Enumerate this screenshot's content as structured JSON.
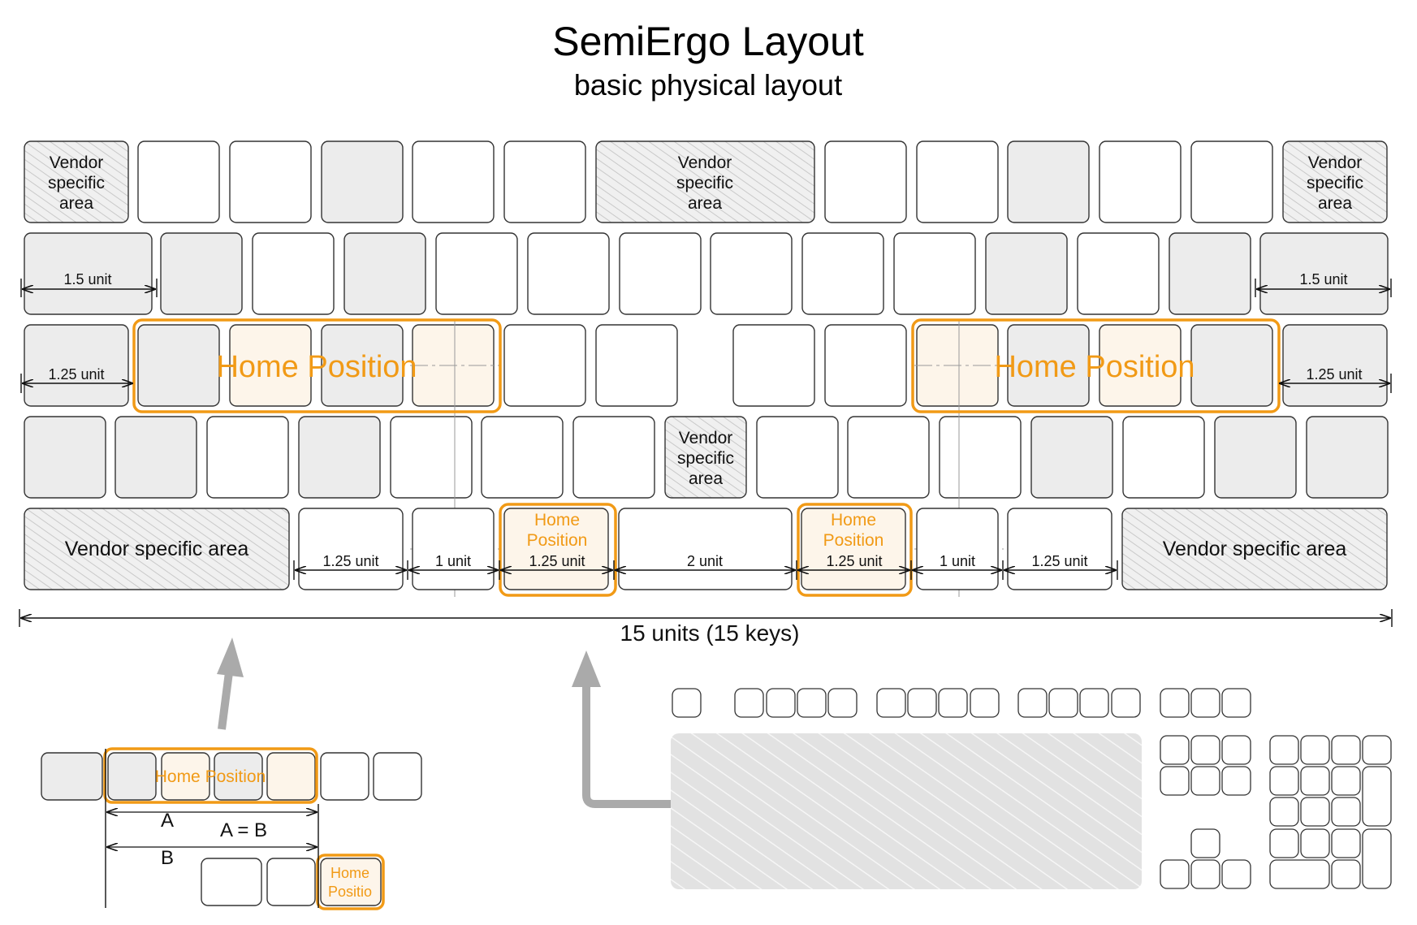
{
  "title": "SemiErgo Layout",
  "subtitle": "basic physical layout",
  "vendor_area": "Vendor specific area",
  "vendor_area_lines": [
    "Vendor",
    "specific",
    "area"
  ],
  "home_position": "Home Position",
  "home_lines": [
    "Home",
    "Position"
  ],
  "home_truncated": [
    "Home",
    "Positio"
  ],
  "units": {
    "u15": "1.5 unit",
    "u125": "1.25 unit",
    "u1": "1 unit",
    "u2": "2 unit",
    "total": "15 units (15 keys)"
  },
  "inset": {
    "a": "A",
    "b": "B",
    "eq": "A = B"
  },
  "colors": {
    "accent": "#f19a16",
    "key_gray": "#ececec",
    "key_white": "#ffffff",
    "home_tint": "#fdf5ea",
    "hatch": "#c8c8c8",
    "arrow": "#aaaaaa"
  }
}
